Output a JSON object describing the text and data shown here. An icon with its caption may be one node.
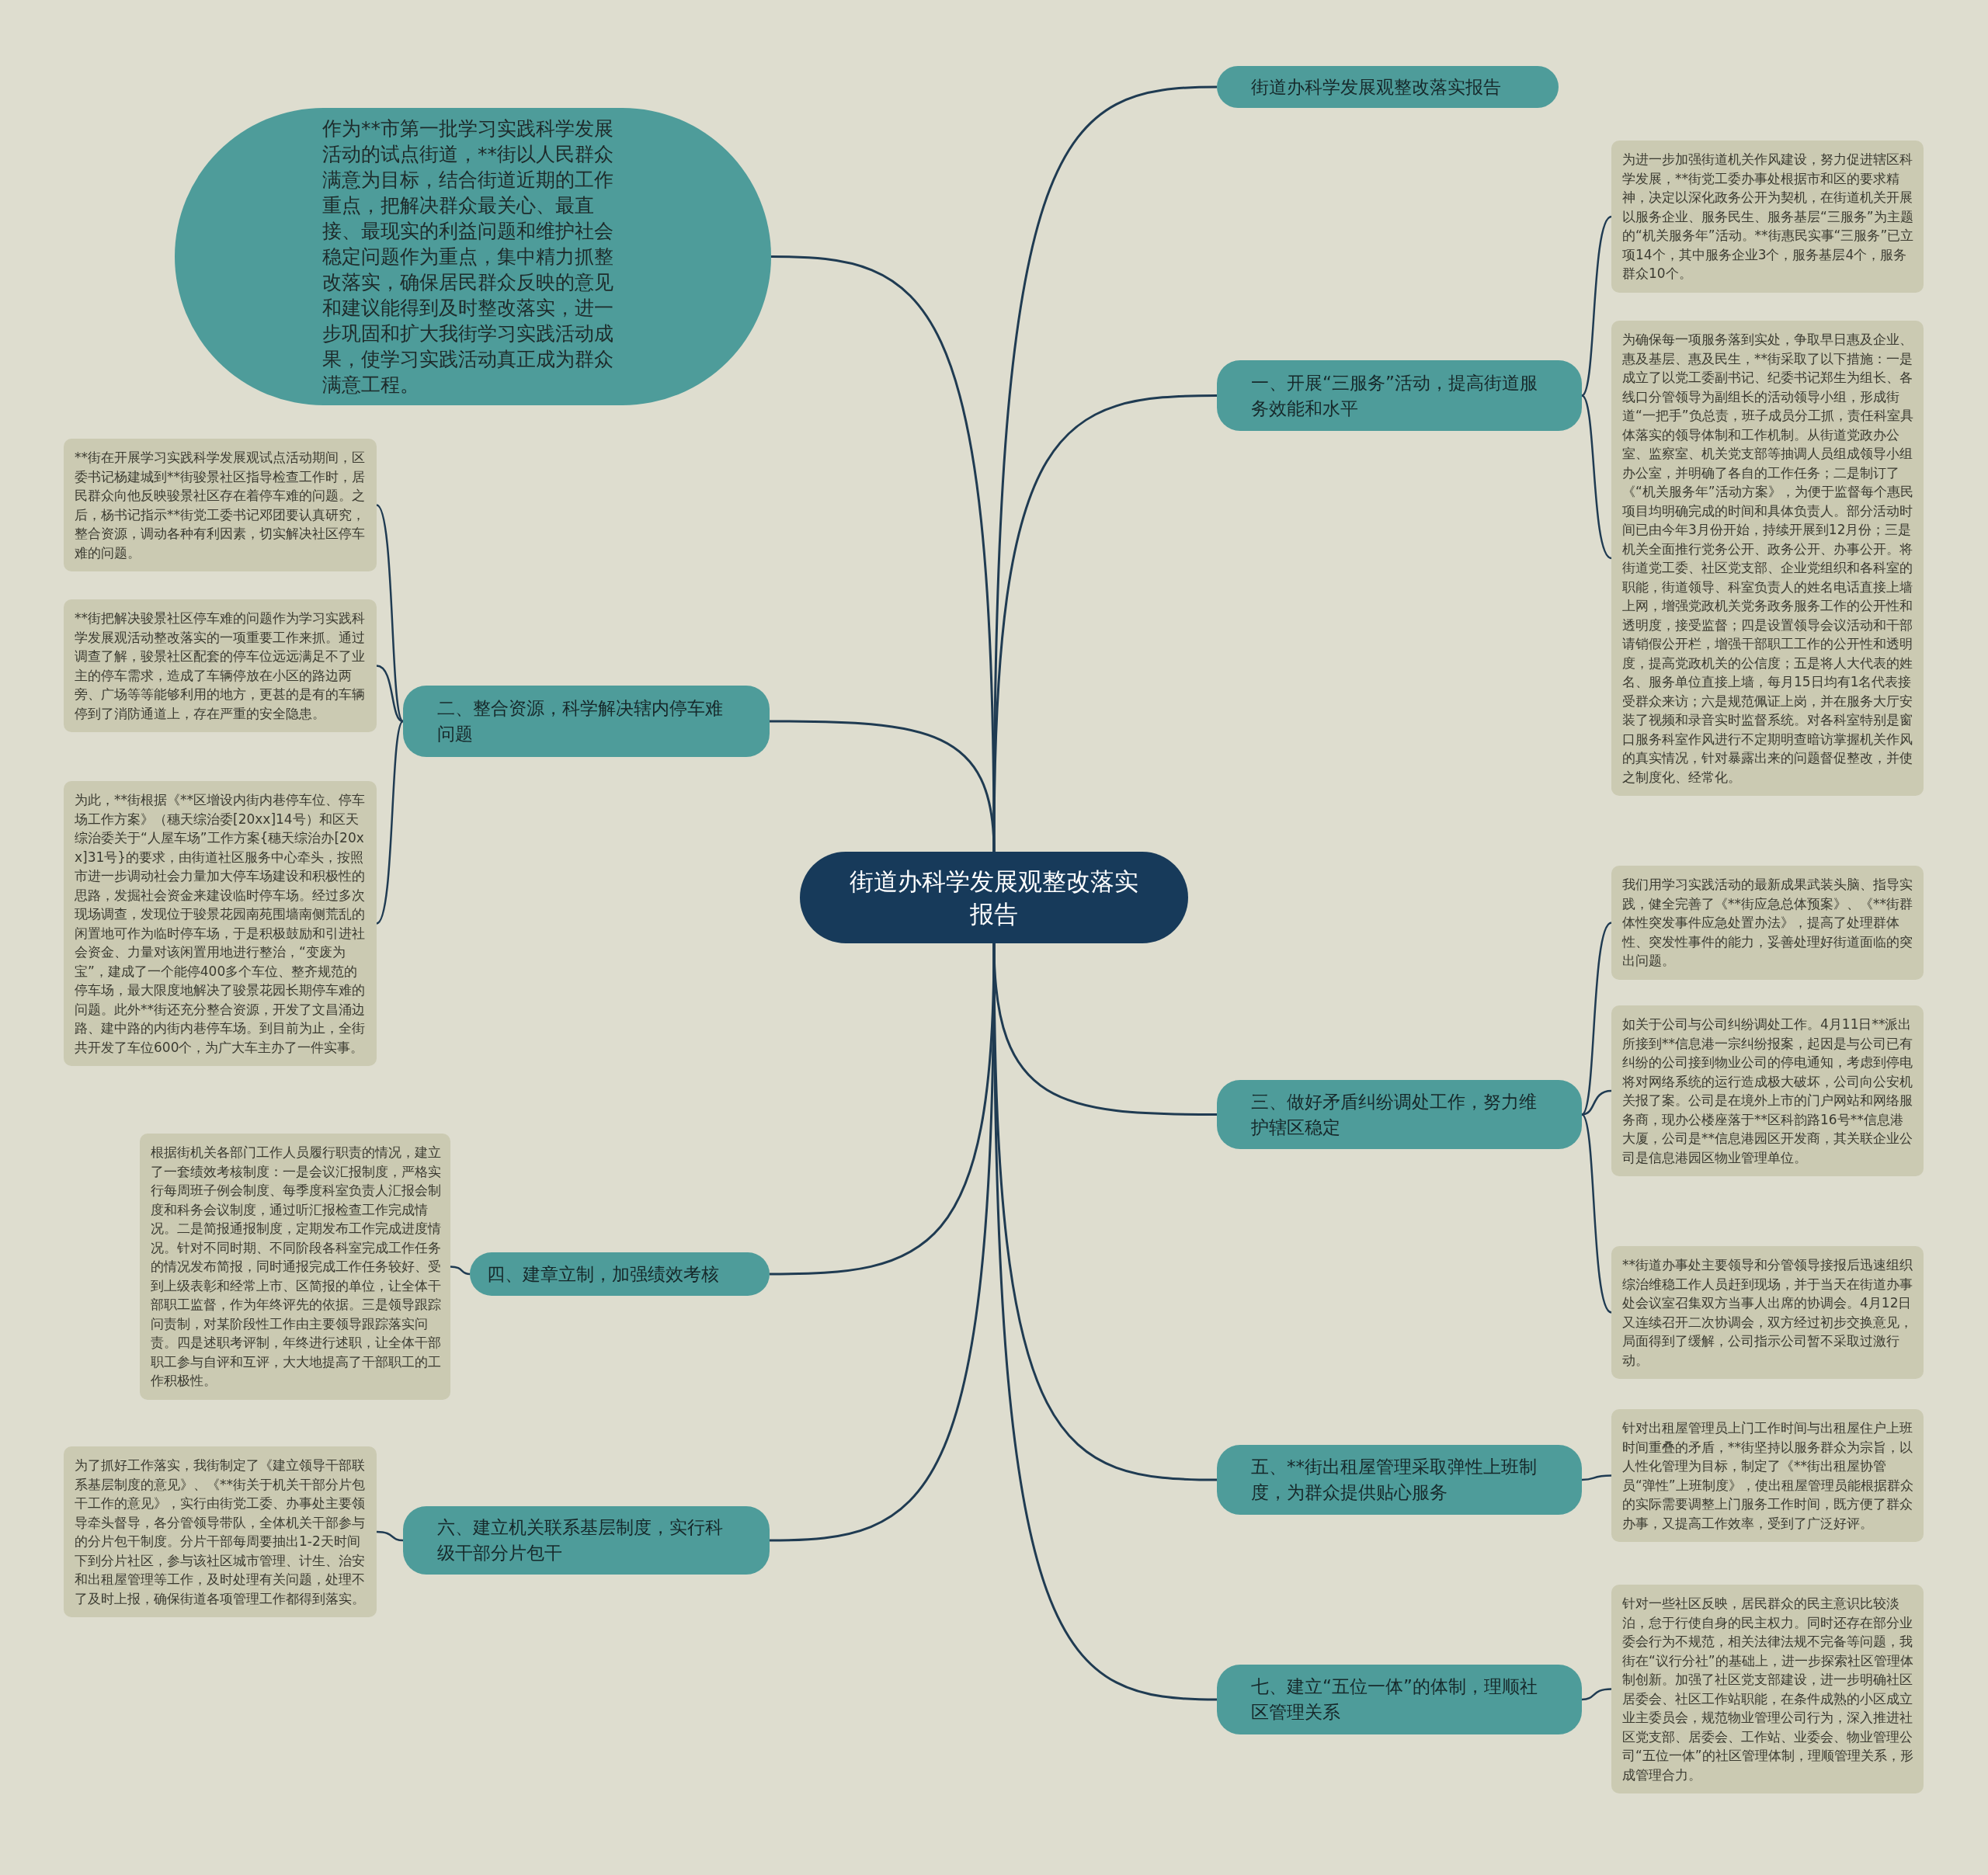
{
  "diagram": {
    "nodes": [
      {
        "text": [
          "街道办科学发展观整改落实报告"
        ]
      },
      {
        "text": [
          "作为**市第一批学习实践科学发展活动的试点街道，**街以人民群众满意为目标，结合街道近期的工作重点，把解决群众最关心、最直接、最现实的利益问题和维护社会稳定问题作为重点，集中精力抓整改落实，确保居民群众反映的意见和建议能得到及时整改落实，进一步巩固和扩大我街学习实践活动成果，使学习实践活动真正成为群众满意工程。"
        ]
      },
      {
        "text": [
          "街道办科学发展观整改落实报告"
        ]
      },
      {
        "text": [
          "一、开展“三服务”活动，提高街道服务效能和水平"
        ]
      },
      {
        "text": [
          "为进一步加强街道机关作风建设，努力促进辖区科学发展，**街党工委办事处根据市和区的要求精神，决定以深化政务公开为契机，在街道机关开展以服务企业、服务民生、服务基层“三服务”为主题的“机关服务年”活动。**街惠民实事“三服务”已立项14个，其中服务企业3个，服务基层4个，服务群众10个。"
        ]
      },
      {
        "text": [
          "为确保每一项服务落到实处，争取早日惠及企业、惠及基层、惠及民生，**街采取了以下措施：一是成立了以党工委副书记、纪委书记郑生为组长、各线口分管领导为副组长的活动领导小组，形成街道“一把手”负总责，班子成员分工抓，责任科室具体落实的领导体制和工作机制。从街道党政办公室、监察室、机关党支部等抽调人员组成领导小组办公室，并明确了各自的工作任务；二是制订了《“机关服务年”活动方案》，为便于监督每个惠民项目均明确完成的时间和具体负责人。部分活动时间已由今年3月份开始，持续开展到12月份；三是机关全面推行党务公开、政务公开、办事公开。将街道党工委、社区党支部、企业党组织和各科室的职能，街道领导、科室负责人的姓名电话直接上墙上网，增强党政机关党务政务服务工作的公开性和透明度，接受监督；四是设置领导会议活动和干部请销假公开栏，增强干部职工工作的公开性和透明度，提高党政机关的公信度；五是将人大代表的姓名、服务单位直接上墙，每月15日均有1名代表接受群众来访；六是规范佩证上岗，并在服务大厅安装了视频和录音实时监督系统。对各科室特别是窗口服务科室作风进行不定期明查暗访掌握机关作风的真实情况，针对暴露出来的问题督促整改，并使之制度化、经常化。"
        ]
      },
      {
        "text": [
          "二、整合资源，科学解决辖内停车难问题"
        ]
      },
      {
        "text": [
          "**街在开展学习实践科学发展观试点活动期间，区委书记杨建城到**街骏景社区指导检查工作时，居民群众向他反映骏景社区存在着停车难的问题。之后，杨书记指示**街党工委书记邓团要认真研究，整合资源，调动各种有利因素，切实解决社区停车难的问题。"
        ]
      },
      {
        "text": [
          "**街把解决骏景社区停车难的问题作为学习实践科学发展观活动整改落实的一项重要工作来抓。通过调查了解，骏景社区配套的停车位远远满足不了业主的停车需求，造成了车辆停放在小区的路边两旁、广场等等能够利用的地方，更甚的是有的车辆停到了消防通道上，存在严重的安全隐患。"
        ]
      },
      {
        "text": [
          "为此，**街根据《**区增设内街内巷停车位、停车场工作方案》（穗天综治委[20xx]14号）和区天综治委关于“人屋车场”工作方案{穗天综治办[20xx]31号}的要求，由街道社区服务中心牵头，按照市进一步调动社会力量加大停车场建设和积极性的思路，发掘社会资金来建设临时停车场。经过多次现场调查，发现位于骏景花园南苑围墙南侧荒乱的闲置地可作为临时停车场，于是积极鼓励和引进社会资金、力量对该闲置用地进行整治，“变废为宝”，建成了一个能停400多个车位、整齐规范的停车场，最大限度地解决了骏景花园长期停车难的问题。此外**街还充分整合资源，开发了文昌涌边路、建中路的内街内巷停车场。到目前为止，全街共开发了车位600个，为广大车主办了一件实事。"
        ]
      },
      {
        "text": [
          "三、做好矛盾纠纷调处工作，努力维护辖区稳定"
        ]
      },
      {
        "text": [
          "我们用学习实践活动的最新成果武装头脑、指导实践，健全完善了《**街应急总体预案》、《**街群体性突发事件应急处置办法》，提高了处理群体性、突发性事件的能力，妥善处理好街道面临的突出问题。"
        ]
      },
      {
        "text": [
          "如关于公司与公司纠纷调处工作。4月11日**派出所接到**信息港一宗纠纷报案，起因是与公司已有纠纷的公司接到物业公司的停电通知，考虑到停电将对网络系统的运行造成极大破坏，公司向公安机关报了案。公司是在境外上市的门户网站和网络服务商，现办公楼座落于**区科韵路16号**信息港大厦，公司是**信息港园区开发商，其关联企业公司是信息港园区物业管理单位。"
        ]
      },
      {
        "text": [
          "**街道办事处主要领导和分管领导接报后迅速组织综治维稳工作人员赶到现场，并于当天在街道办事处会议室召集双方当事人出席的协调会。4月12日又连续召开二次协调会，双方经过初步交换意见，局面得到了缓解，公司指示公司暂不采取过激行动。"
        ]
      },
      {
        "text": [
          "四、建章立制，加强绩效考核"
        ]
      },
      {
        "text": [
          "根据街机关各部门工作人员履行职责的情况，建立了一套绩效考核制度：一是会议汇报制度，严格实行每周班子例会制度、每季度科室负责人汇报会制度和科务会议制度，通过听汇报检查工作完成情况。二是简报通报制度，定期发布工作完成进度情况。针对不同时期、不同阶段各科室完成工作任务的情况发布简报，同时通报完成工作任务较好、受到上级表彰和经常上市、区简报的单位，让全体干部职工监督，作为年终评先的依据。三是领导跟踪问责制，对某阶段性工作由主要领导跟踪落实问责。四是述职考评制，年终进行述职，让全体干部职工参与自评和互评，大大地提高了干部职工的工作积极性。"
        ]
      },
      {
        "text": [
          "五、**街出租屋管理采取弹性上班制度，为群众提供贴心服务"
        ]
      },
      {
        "text": [
          "针对出租屋管理员上门工作时间与出租屋住户上班时间重叠的矛盾，**街坚持以服务群众为宗旨，以人性化管理为目标，制定了《**街出租屋协管员“弹性”上班制度》，使出租屋管理员能根据群众的实际需要调整上门服务工作时间，既方便了群众办事，又提高工作效率，受到了广泛好评。"
        ]
      },
      {
        "text": [
          "六、建立机关联系基层制度，实行科级干部分片包干"
        ]
      },
      {
        "text": [
          "为了抓好工作落实，我街制定了《建立领导干部联系基层制度的意见》、《**街关于机关干部分片包干工作的意见》，实行由街党工委、办事处主要领导牵头督导，各分管领导带队，全体机关干部参与的分片包干制度。分片干部每周要抽出1-2天时间下到分片社区，参与该社区城市管理、计生、治安和出租屋管理等工作，及时处理有关问题，处理不了及时上报，确保街道各项管理工作都得到落实。"
        ]
      },
      {
        "text": [
          "七、建立“五位一体”的体制，理顺社区管理关系"
        ]
      },
      {
        "text": [
          "针对一些社区反映，居民群众的民主意识比较淡泊，怠于行使自身的民主权力。同时还存在部分业委会行为不规范，相关法律法规不完备等问题，我街在“议行分社”的基础上，进一步探索社区管理体制创新。加强了社区党支部建设，进一步明确社区居委会、社区工作站职能，在条件成熟的小区成立业主委员会，规范物业管理公司行为，深入推进社区党支部、居委会、工作站、业委会、物业管理公司“五位一体”的社区管理体制，理顺管理关系，形成管理合力。"
        ]
      }
    ],
    "edges": [
      {
        "from": 0,
        "to": 1,
        "arrow": "none"
      },
      {
        "from": 0,
        "to": 2,
        "arrow": "none"
      },
      {
        "from": 0,
        "to": 3,
        "arrow": "none"
      },
      {
        "from": 3,
        "to": 4,
        "arrow": "none"
      },
      {
        "from": 3,
        "to": 5,
        "arrow": "none"
      },
      {
        "from": 0,
        "to": 6,
        "arrow": "none"
      },
      {
        "from": 6,
        "to": 7,
        "arrow": "none"
      },
      {
        "from": 6,
        "to": 8,
        "arrow": "none"
      },
      {
        "from": 6,
        "to": 9,
        "arrow": "none"
      },
      {
        "from": 0,
        "to": 10,
        "arrow": "none"
      },
      {
        "from": 10,
        "to": 11,
        "arrow": "none"
      },
      {
        "from": 10,
        "to": 12,
        "arrow": "none"
      },
      {
        "from": 10,
        "to": 13,
        "arrow": "none"
      },
      {
        "from": 0,
        "to": 14,
        "arrow": "none"
      },
      {
        "from": 14,
        "to": 15,
        "arrow": "none"
      },
      {
        "from": 0,
        "to": 16,
        "arrow": "none"
      },
      {
        "from": 16,
        "to": 17,
        "arrow": "none"
      },
      {
        "from": 0,
        "to": 18,
        "arrow": "none"
      },
      {
        "from": 18,
        "to": 19,
        "arrow": "none"
      },
      {
        "from": 0,
        "to": 20,
        "arrow": "none"
      },
      {
        "from": 20,
        "to": 21,
        "arrow": "none"
      }
    ]
  }
}
